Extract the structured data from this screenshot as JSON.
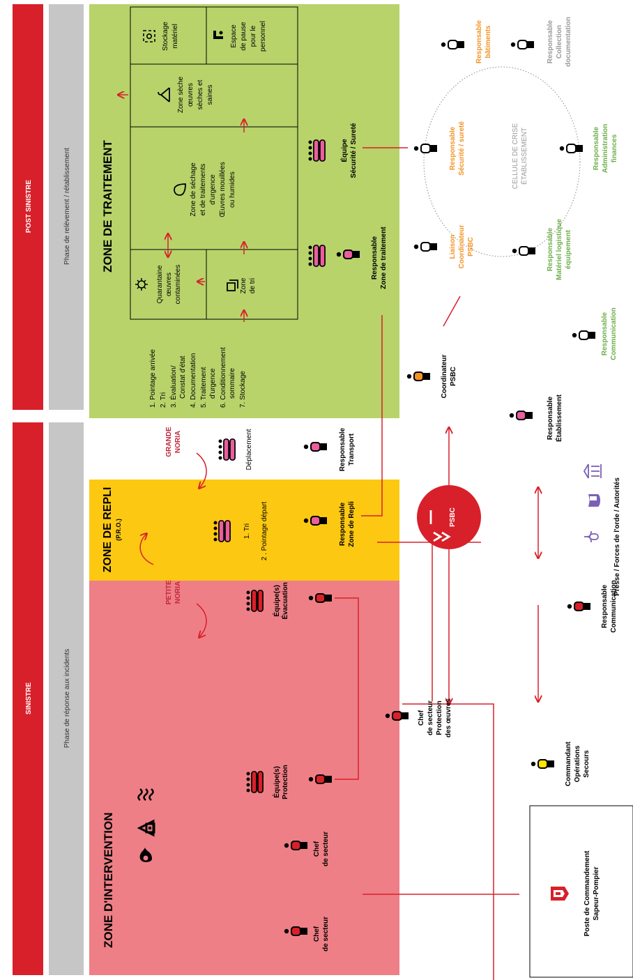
{
  "colors": {
    "red": "#d8202a",
    "grey": "#c6c6c6",
    "pink_zone": "#ee7f86",
    "yellow_zone": "#fdc812",
    "green_zone": "#b7d36a",
    "orange": "#f39324",
    "green_text": "#6cae48",
    "grey_text": "#9a9a9a",
    "magenta": "#ea5e9d",
    "dark_red_text": "#c0283a"
  },
  "phases": {
    "sinistre": "SINISTRE",
    "post_sinistre": "POST SINISTRE",
    "phase_reponse": "Phase de réponse aux incidents",
    "phase_relevement": "Phase de relèvement / rétablissement"
  },
  "zone_intervention": {
    "title": "ZONE D'INTERVENTION",
    "equipe_protection_1": "Équipe(s)",
    "equipe_protection_2": "Protection",
    "equipe_evacuation_1": "Équipe(s)",
    "equipe_evacuation_2": "Évacuation",
    "chef_secteur_a_1": "Chef",
    "chef_secteur_a_2": "de secteur",
    "chef_secteur_b_1": "Chef",
    "chef_secteur_b_2": "de secteur"
  },
  "zone_repli": {
    "title": "ZONE DE REPLI",
    "subtitle": "(P.R.O.)",
    "step1": "1. Tri",
    "step2": "2 . Pointage départ",
    "responsable_1": "Responsable",
    "responsable_2": "Zone de Repli"
  },
  "noria": {
    "petite_1": "PETITE",
    "petite_2": "NORIA",
    "grande_1": "GRANDE",
    "grande_2": "NORIA",
    "deplacement": "Déplacement"
  },
  "transport": {
    "responsable_1": "Responsable",
    "responsable_2": "Transport"
  },
  "zone_traitement": {
    "title": "ZONE DE TRAITEMENT",
    "steps": [
      "1. Pointage arrivée",
      "2. Tri",
      "3. Évaluation/",
      "Constat d'état",
      "4. Documentation",
      "5. Traitement",
      "d'urgence",
      "6. Conditionnement",
      "sommaire",
      "7. Stockage"
    ],
    "quarantaine": [
      "Quarantaine",
      "œuvres",
      "contaminées"
    ],
    "tri": [
      "Zone",
      "de tri"
    ],
    "sechage": [
      "Zone de séchage",
      "et de traitements",
      "d'urgence",
      "Œuvres mouillées",
      "ou humides"
    ],
    "seche": [
      "Zone sèche",
      "œuvres",
      "sèches et",
      "saines"
    ],
    "stockage": [
      "Stockage",
      "matériel"
    ],
    "pause": [
      "Espace",
      "de pause",
      "pour le",
      "personnel"
    ],
    "responsable_1": "Responsable",
    "responsable_2": "Zone de traitement",
    "equipe_1": "Équipe",
    "equipe_2": "Sécurité / Sureté"
  },
  "psbc": {
    "label": "PSBC",
    "chef_1": "Chef",
    "chef_2": "de secteur",
    "chef_3": "Protection",
    "chef_4": "des œuvres"
  },
  "cellule": {
    "title_1": "CELLULE DE CRISE",
    "title_2": "ÉTABLISSEMENT",
    "liaison_1": "Liaison",
    "liaison_2": "Coordinateur",
    "liaison_3": "PSBC",
    "securite_1": "Responsable",
    "securite_2": "Sécurité / sureté",
    "batiments_1": "Responsable",
    "batiments_2": "bâtiments",
    "collection_1": "Responsable",
    "collection_2": "Collection",
    "collection_3": "documentation",
    "admin_1": "Responsable",
    "admin_2": "Administration",
    "admin_3": "finances",
    "materiel_1": "Responsable",
    "materiel_2": "Matériel logistique",
    "materiel_3": "équipement"
  },
  "outside": {
    "coordinateur_1": "Coordinateur",
    "coordinateur_2": "PSBC",
    "etablissement_1": "Responsable",
    "etablissement_2": "Établissement",
    "communication_green_1": "Responsable",
    "communication_green_2": "Communication",
    "presse": "Presse / Forces de l'orde / Autorités",
    "communication_1": "Responsable",
    "communication_2": "Communication",
    "cos_1": "Commandant",
    "cos_2": "Opérations",
    "cos_3": "Secours",
    "poste_1": "Poste de Commandement",
    "poste_2": "Sapeur-Pompier"
  },
  "icons": [
    "fire-icon",
    "house-icon",
    "heat-waves-icon",
    "virus-icon",
    "layers-icon",
    "drop-icon",
    "hanger-icon",
    "box-icon",
    "chair-icon",
    "microphone-icon",
    "shield-icon",
    "bank-icon",
    "fire-station-icon",
    "arrows-icon",
    "person-icon",
    "team-icon"
  ]
}
